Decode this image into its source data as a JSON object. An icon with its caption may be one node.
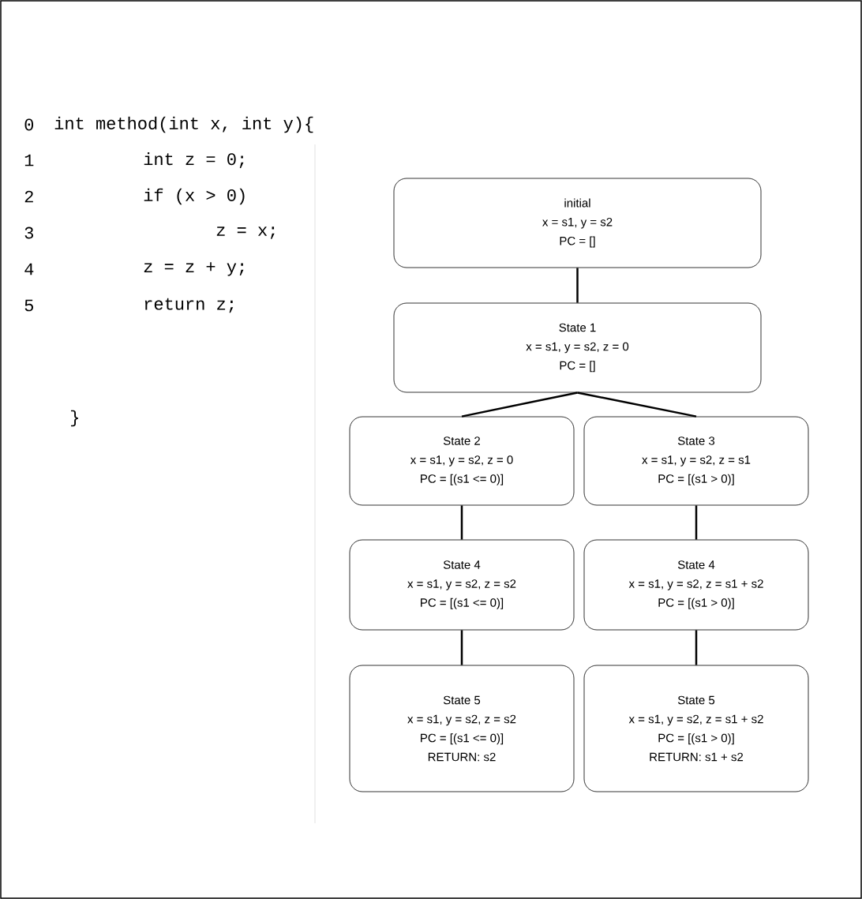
{
  "diagram": {
    "nodes": [
      {
        "text": [
          "initial",
          "x = s1, y = s2",
          "PC = []"
        ]
      },
      {
        "text": [
          "State 1",
          "x = s1, y = s2, z = 0",
          "PC = []"
        ]
      },
      {
        "text": [
          "State 2",
          "x = s1, y = s2, z = 0",
          "PC = [(s1 <= 0)]"
        ]
      },
      {
        "text": [
          "State 3",
          "x = s1, y = s2, z = s1",
          "PC = [(s1 > 0)]"
        ]
      },
      {
        "text": [
          "State 4",
          "x = s1, y = s2, z = s2",
          "PC = [(s1 <= 0)]"
        ]
      },
      {
        "text": [
          "State 4",
          "x = s1, y = s2, z = s1 + s2",
          "PC = [(s1 > 0)]"
        ]
      },
      {
        "text": [
          "State 5",
          "x = s1, y = s2, z = s2",
          "PC = [(s1 <= 0)]",
          "RETURN: s2"
        ]
      },
      {
        "text": [
          "State 5",
          "x = s1, y = s2, z = s1 + s2",
          "PC = [(s1 > 0)]",
          "RETURN: s1 + s2"
        ]
      }
    ],
    "edges": [
      {
        "from": 0,
        "to": 1,
        "arrow": "none"
      },
      {
        "from": 1,
        "to": 2,
        "arrow": "none"
      },
      {
        "from": 1,
        "to": 3,
        "arrow": "none"
      },
      {
        "from": 2,
        "to": 4,
        "arrow": "none"
      },
      {
        "from": 3,
        "to": 5,
        "arrow": "none"
      },
      {
        "from": 4,
        "to": 6,
        "arrow": "none"
      },
      {
        "from": 5,
        "to": 7,
        "arrow": "none"
      }
    ],
    "labels": [
      "0",
      "int method(int x, int y){",
      "1",
      "int z = 0;",
      "2",
      "if (x > 0)",
      "3",
      "z = x;",
      "4",
      "z = z + y;",
      "5",
      "return z;",
      "}"
    ]
  }
}
